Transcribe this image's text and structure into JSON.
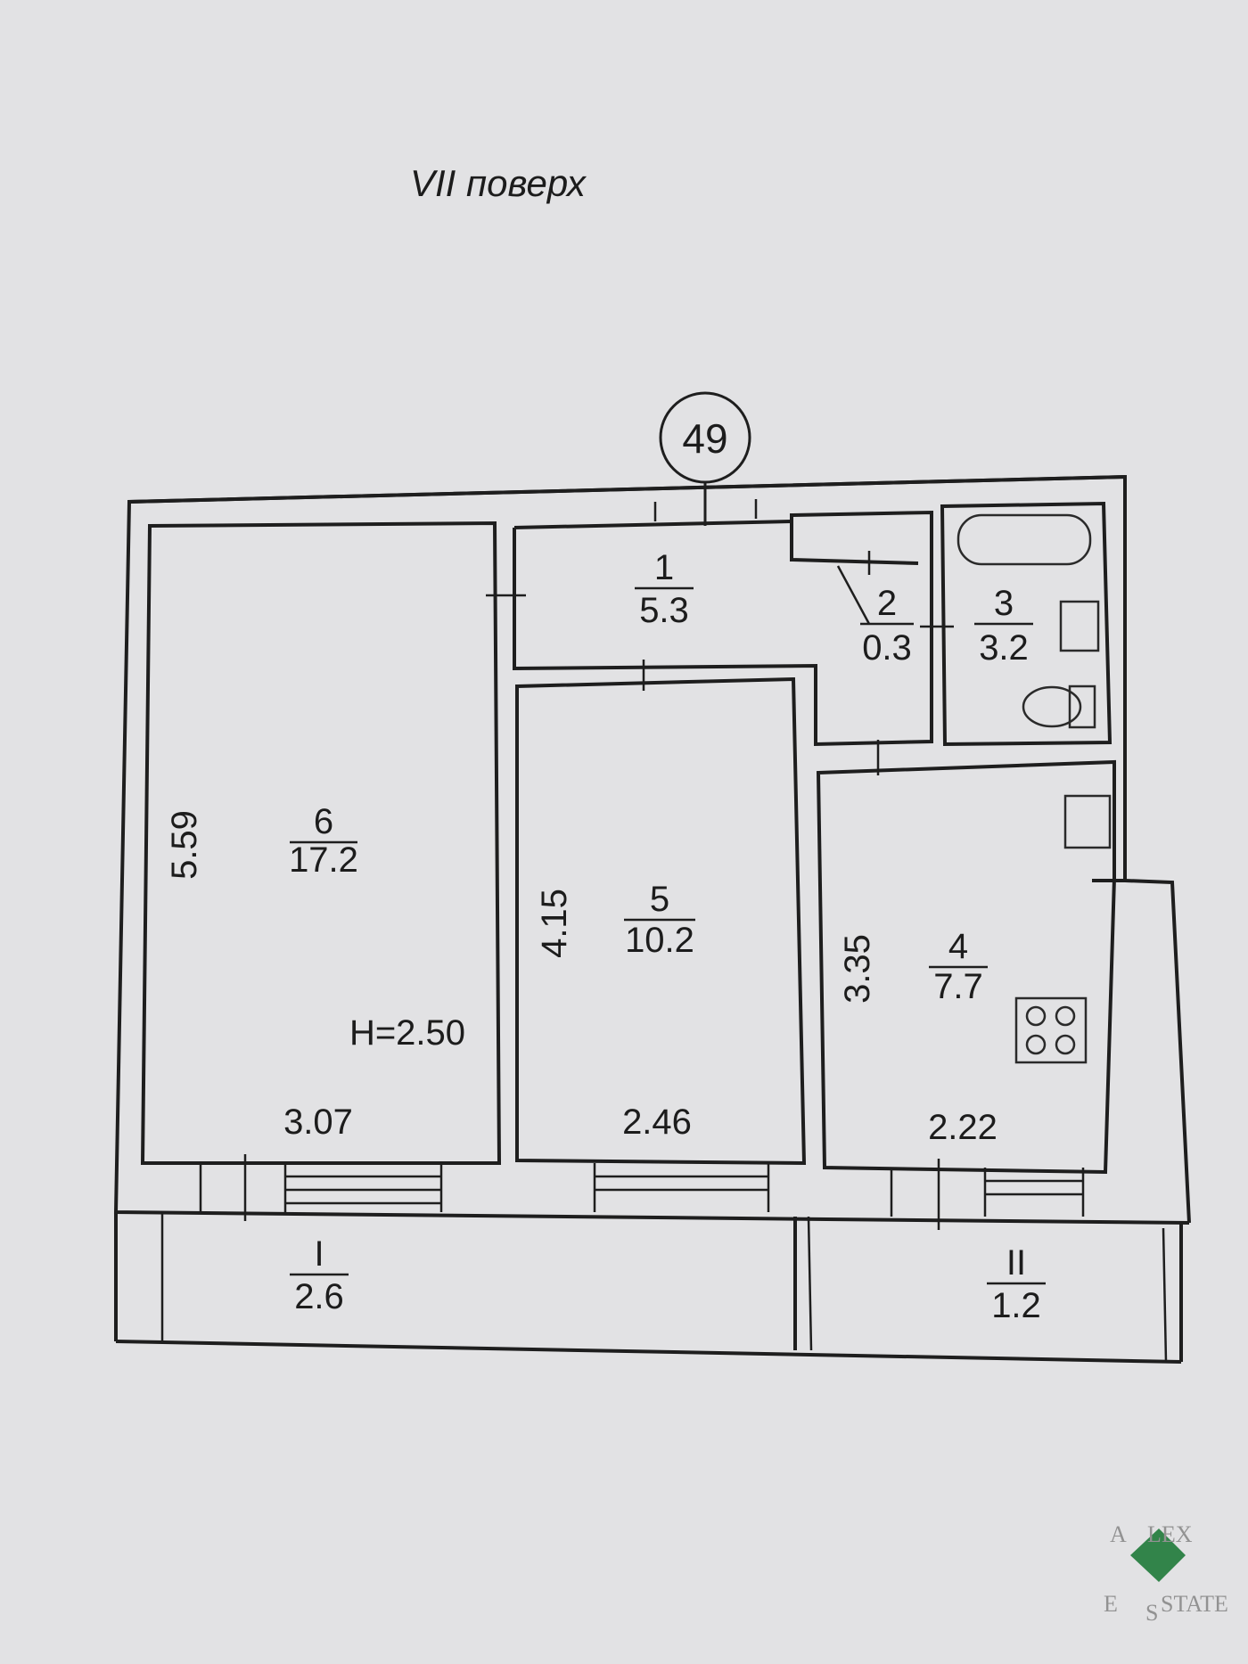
{
  "title": "VII поверх",
  "apartment_number": "49",
  "ceiling_height": "H=2.50",
  "rooms": [
    {
      "id": "1",
      "area": "5.3"
    },
    {
      "id": "2",
      "area": "0.3"
    },
    {
      "id": "3",
      "area": "3.2"
    },
    {
      "id": "4",
      "area": "7.7"
    },
    {
      "id": "5",
      "area": "10.2"
    },
    {
      "id": "6",
      "area": "17.2"
    },
    {
      "id": "I",
      "area": "2.6"
    },
    {
      "id": "II",
      "area": "1.2"
    }
  ],
  "dimensions": {
    "room6_height": "5.59",
    "room6_width": "3.07",
    "room5_height": "4.15",
    "room5_width": "2.46",
    "room4_height": "3.35",
    "room4_width": "2.22"
  },
  "watermark": {
    "top": "LEX",
    "bottom": "STATE",
    "letters": [
      "A",
      "E",
      "S"
    ]
  },
  "colors": {
    "paper": "#e2e2e4",
    "ink": "#1e1e1e",
    "logo_green": "#1f7a3a"
  }
}
